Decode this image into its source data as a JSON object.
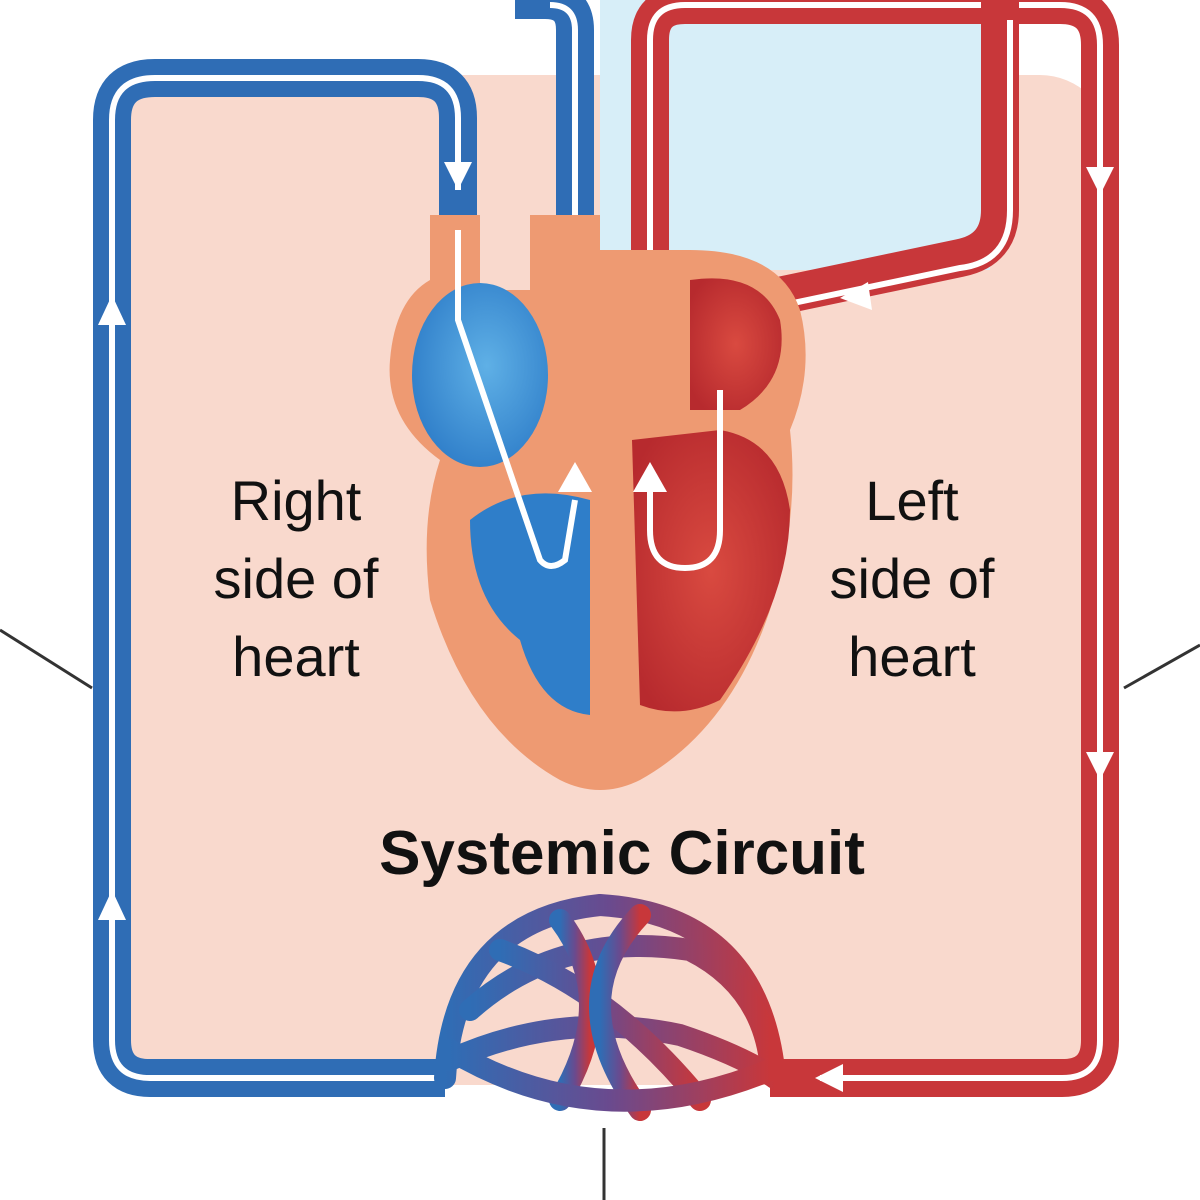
{
  "diagram": {
    "labels": {
      "right_side": [
        "Right",
        "side of",
        "heart"
      ],
      "left_side": [
        "Left",
        "side of",
        "heart"
      ],
      "title": "Systemic Circuit"
    },
    "colors": {
      "deoxygenated": "#2f6db5",
      "oxygenated": "#c8373a",
      "body_fill": "#f9d9cd",
      "lung_fill": "#d7eef8",
      "heart_wall": "#ee9a72",
      "flow_arrow": "#ffffff",
      "leader_line": "#333333"
    },
    "icons": [
      "flow-arrow-up",
      "flow-arrow-down",
      "flow-arrow-left",
      "capillary-bed",
      "heart"
    ]
  }
}
